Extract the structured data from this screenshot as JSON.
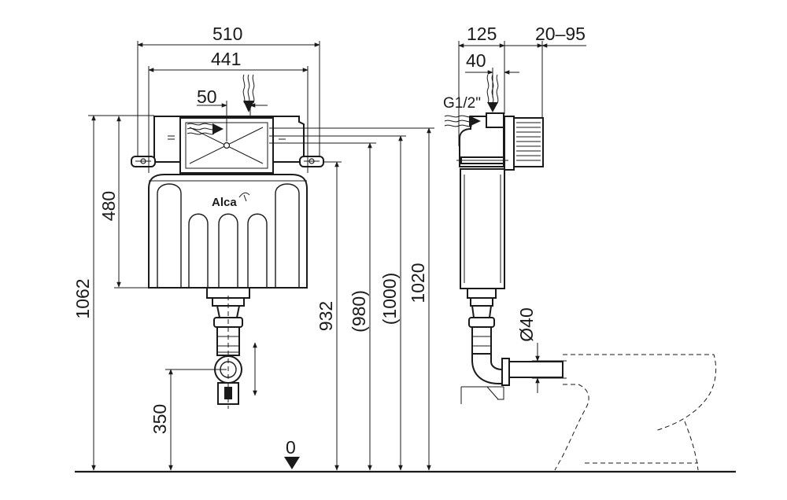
{
  "diagram": {
    "brand": "Alca",
    "dimensions": {
      "frame_width": "510",
      "tank_width": "441",
      "inlet_offset": "50",
      "tank_height": "480",
      "total_height": "1062",
      "outlet_height": "350",
      "bracket_height": "932",
      "button_height_1": "(980)",
      "button_height_2": "(1000)",
      "top_height": "1020",
      "floor_level": "0",
      "side_depth": "125",
      "side_inlet_offset": "40",
      "wall_range": "20–95",
      "inlet_thread": "G1/2\"",
      "pipe_diameter": "Ø40"
    }
  }
}
